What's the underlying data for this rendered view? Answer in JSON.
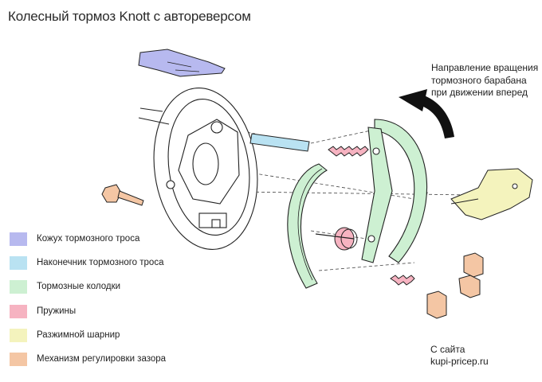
{
  "title": "Колесный тормоз Knott с автореверсом",
  "direction_note": {
    "lines": [
      "Направление вращения",
      "тормозного барабана",
      "при движении вперед"
    ]
  },
  "legend": [
    {
      "label": "Кожух тормозного троса",
      "color": "#b7b9ef"
    },
    {
      "label": "Наконечник тормозного троса",
      "color": "#b9e2f2"
    },
    {
      "label": "Тормозные колодки",
      "color": "#cdf0d2"
    },
    {
      "label": "Пружины",
      "color": "#f6b3c1"
    },
    {
      "label": "Разжимной шарнир",
      "color": "#f4f3bd"
    },
    {
      "label": "Механизм регулировки зазора",
      "color": "#f4c6a4"
    }
  ],
  "credit": {
    "line1": "С сайта",
    "line2": "kupi-pricep.ru"
  }
}
